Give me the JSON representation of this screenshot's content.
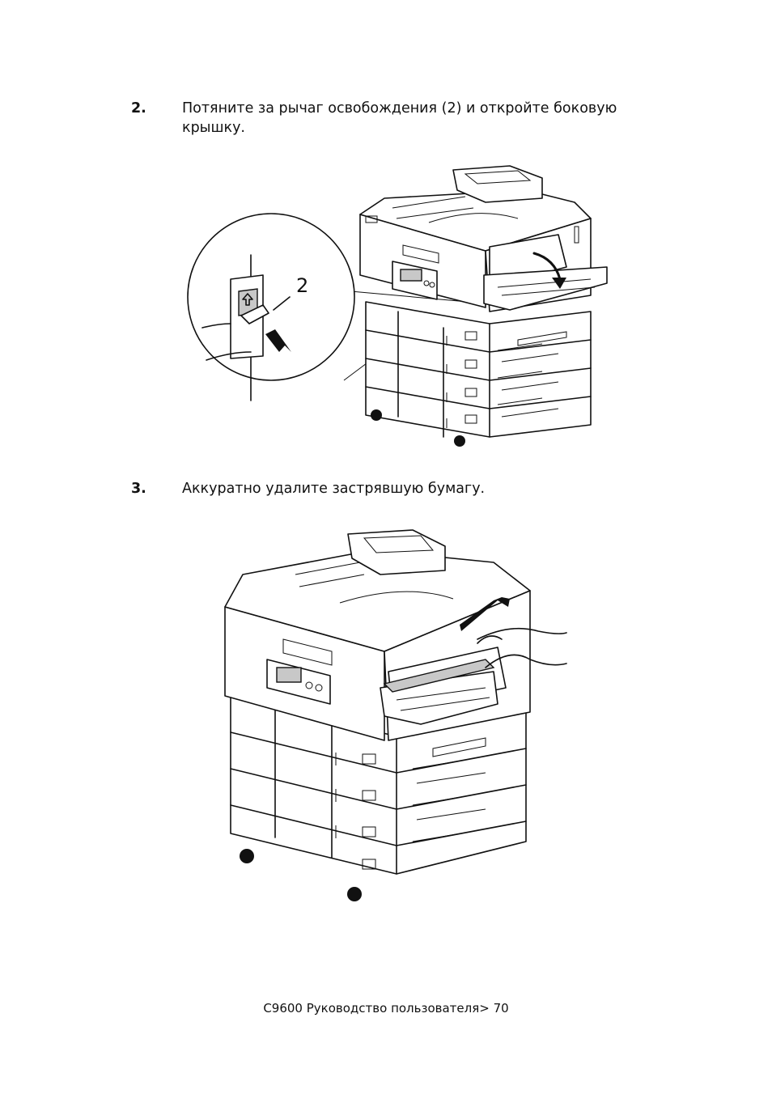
{
  "steps": [
    {
      "number": "2.",
      "text": "Потяните за рычаг освобождения (2) и откройте боковую крышку."
    },
    {
      "number": "3.",
      "text": "Аккуратно удалите застрявшую бумагу."
    }
  ],
  "figure1": {
    "callout_label": "2"
  },
  "footer": {
    "text": "C9600 Руководство пользователя> 70"
  }
}
